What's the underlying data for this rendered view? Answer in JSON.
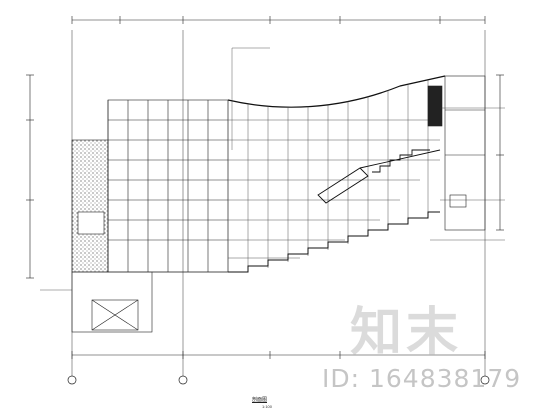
{
  "drawing": {
    "title": "剖面图",
    "scale": "1:100",
    "stroke_color": "#1a1a1a",
    "hatch_color": "#555555"
  },
  "watermark": {
    "logo_text": "知末",
    "id_text": "ID: 164838179"
  }
}
